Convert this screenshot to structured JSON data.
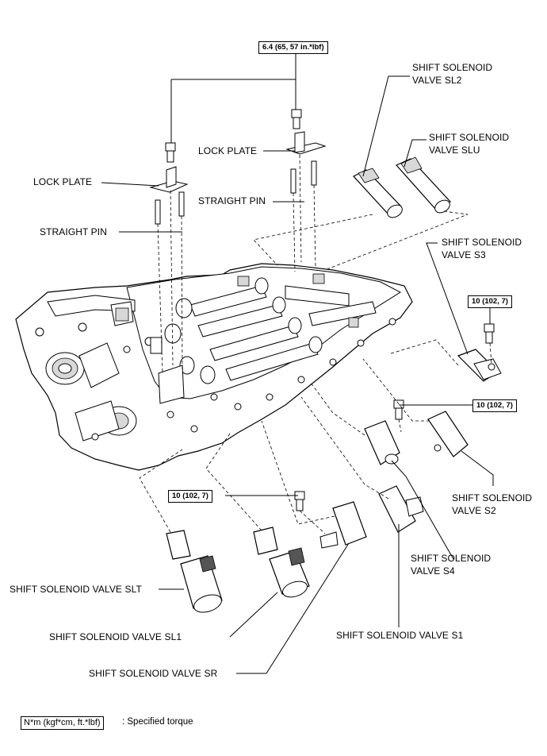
{
  "torque_labels": {
    "top": "6.4 (65, 57 in.*lbf)",
    "right_upper": "10 (102, 7)",
    "right_mid": "10 (102, 7)",
    "left_lower": "10 (102, 7)"
  },
  "labels": {
    "sl2_line1": "SHIFT SOLENOID",
    "sl2_line2": "VALVE SL2",
    "slu_line1": "SHIFT SOLENOID",
    "slu_line2": "VALVE SLU",
    "lock_plate_right": "LOCK PLATE",
    "lock_plate_left": "LOCK PLATE",
    "straight_pin_right": "STRAIGHT PIN",
    "straight_pin_left": "STRAIGHT PIN",
    "s3_line1": "SHIFT SOLENOID",
    "s3_line2": "VALVE S3",
    "s2_line1": "SHIFT SOLENOID",
    "s2_line2": "VALVE S2",
    "s4_line1": "SHIFT SOLENOID",
    "s4_line2": "VALVE S4",
    "slt": "SHIFT SOLENOID VALVE SLT",
    "sl1": "SHIFT SOLENOID VALVE SL1",
    "s1": "SHIFT SOLENOID VALVE S1",
    "sr": "SHIFT SOLENOID VALVE SR"
  },
  "legend": {
    "unit": "N*m (kgf*cm, ft.*lbf)",
    "text": ": Specified torque"
  },
  "icons": [
    "bolt-icon",
    "solenoid-valve-icon",
    "lock-plate-icon",
    "straight-pin-icon",
    "valve-body-icon"
  ]
}
